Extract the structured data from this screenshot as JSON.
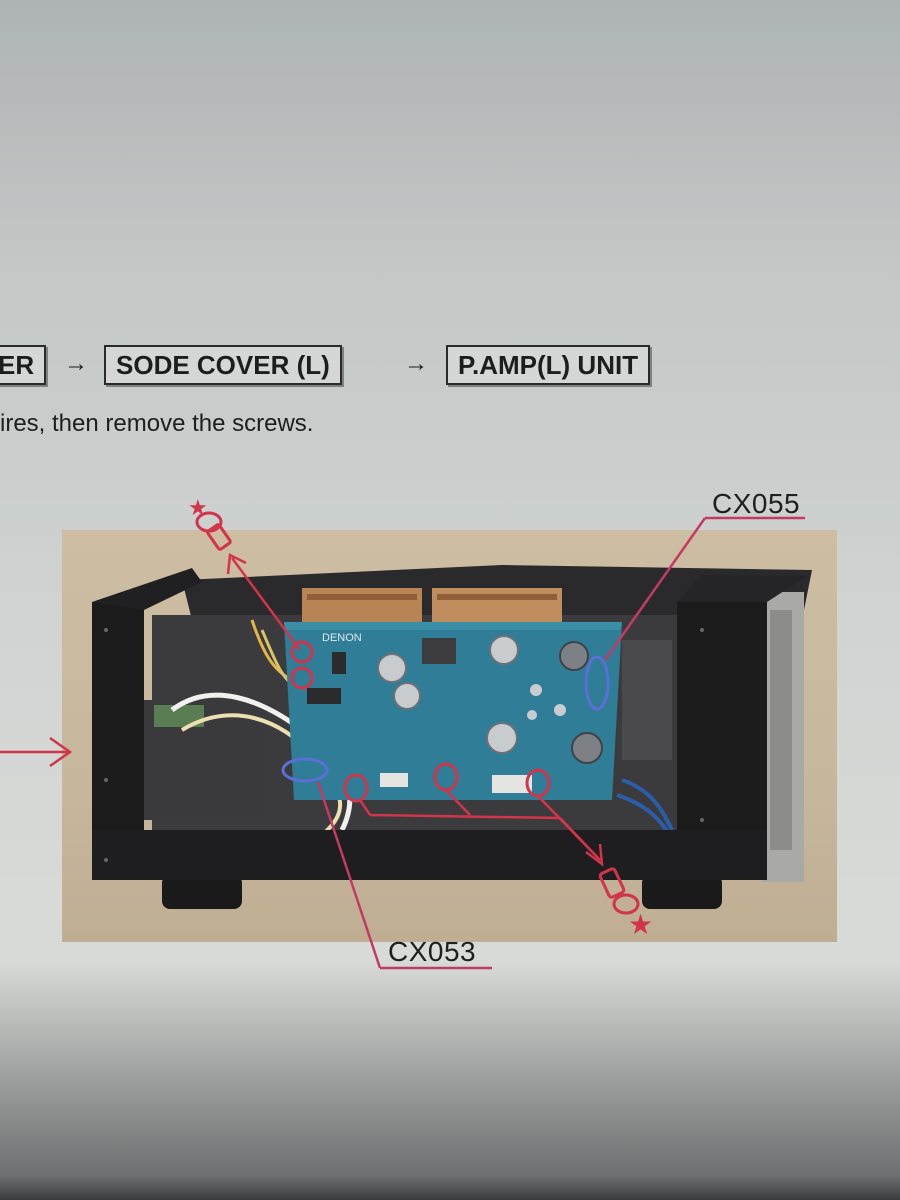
{
  "breadcrumb": {
    "items": [
      "ER",
      "SODE COVER (L)",
      "P.AMP(L) UNIT"
    ],
    "separator": "→"
  },
  "instruction": "ires, then remove the screws.",
  "figure": {
    "board_brand": "DENON",
    "callouts": {
      "top_right": "CX055",
      "bottom": "CX053"
    },
    "colors": {
      "annotation": "#d2344a",
      "board": "#2f7d96",
      "chassis": "#1b1b1c"
    }
  }
}
